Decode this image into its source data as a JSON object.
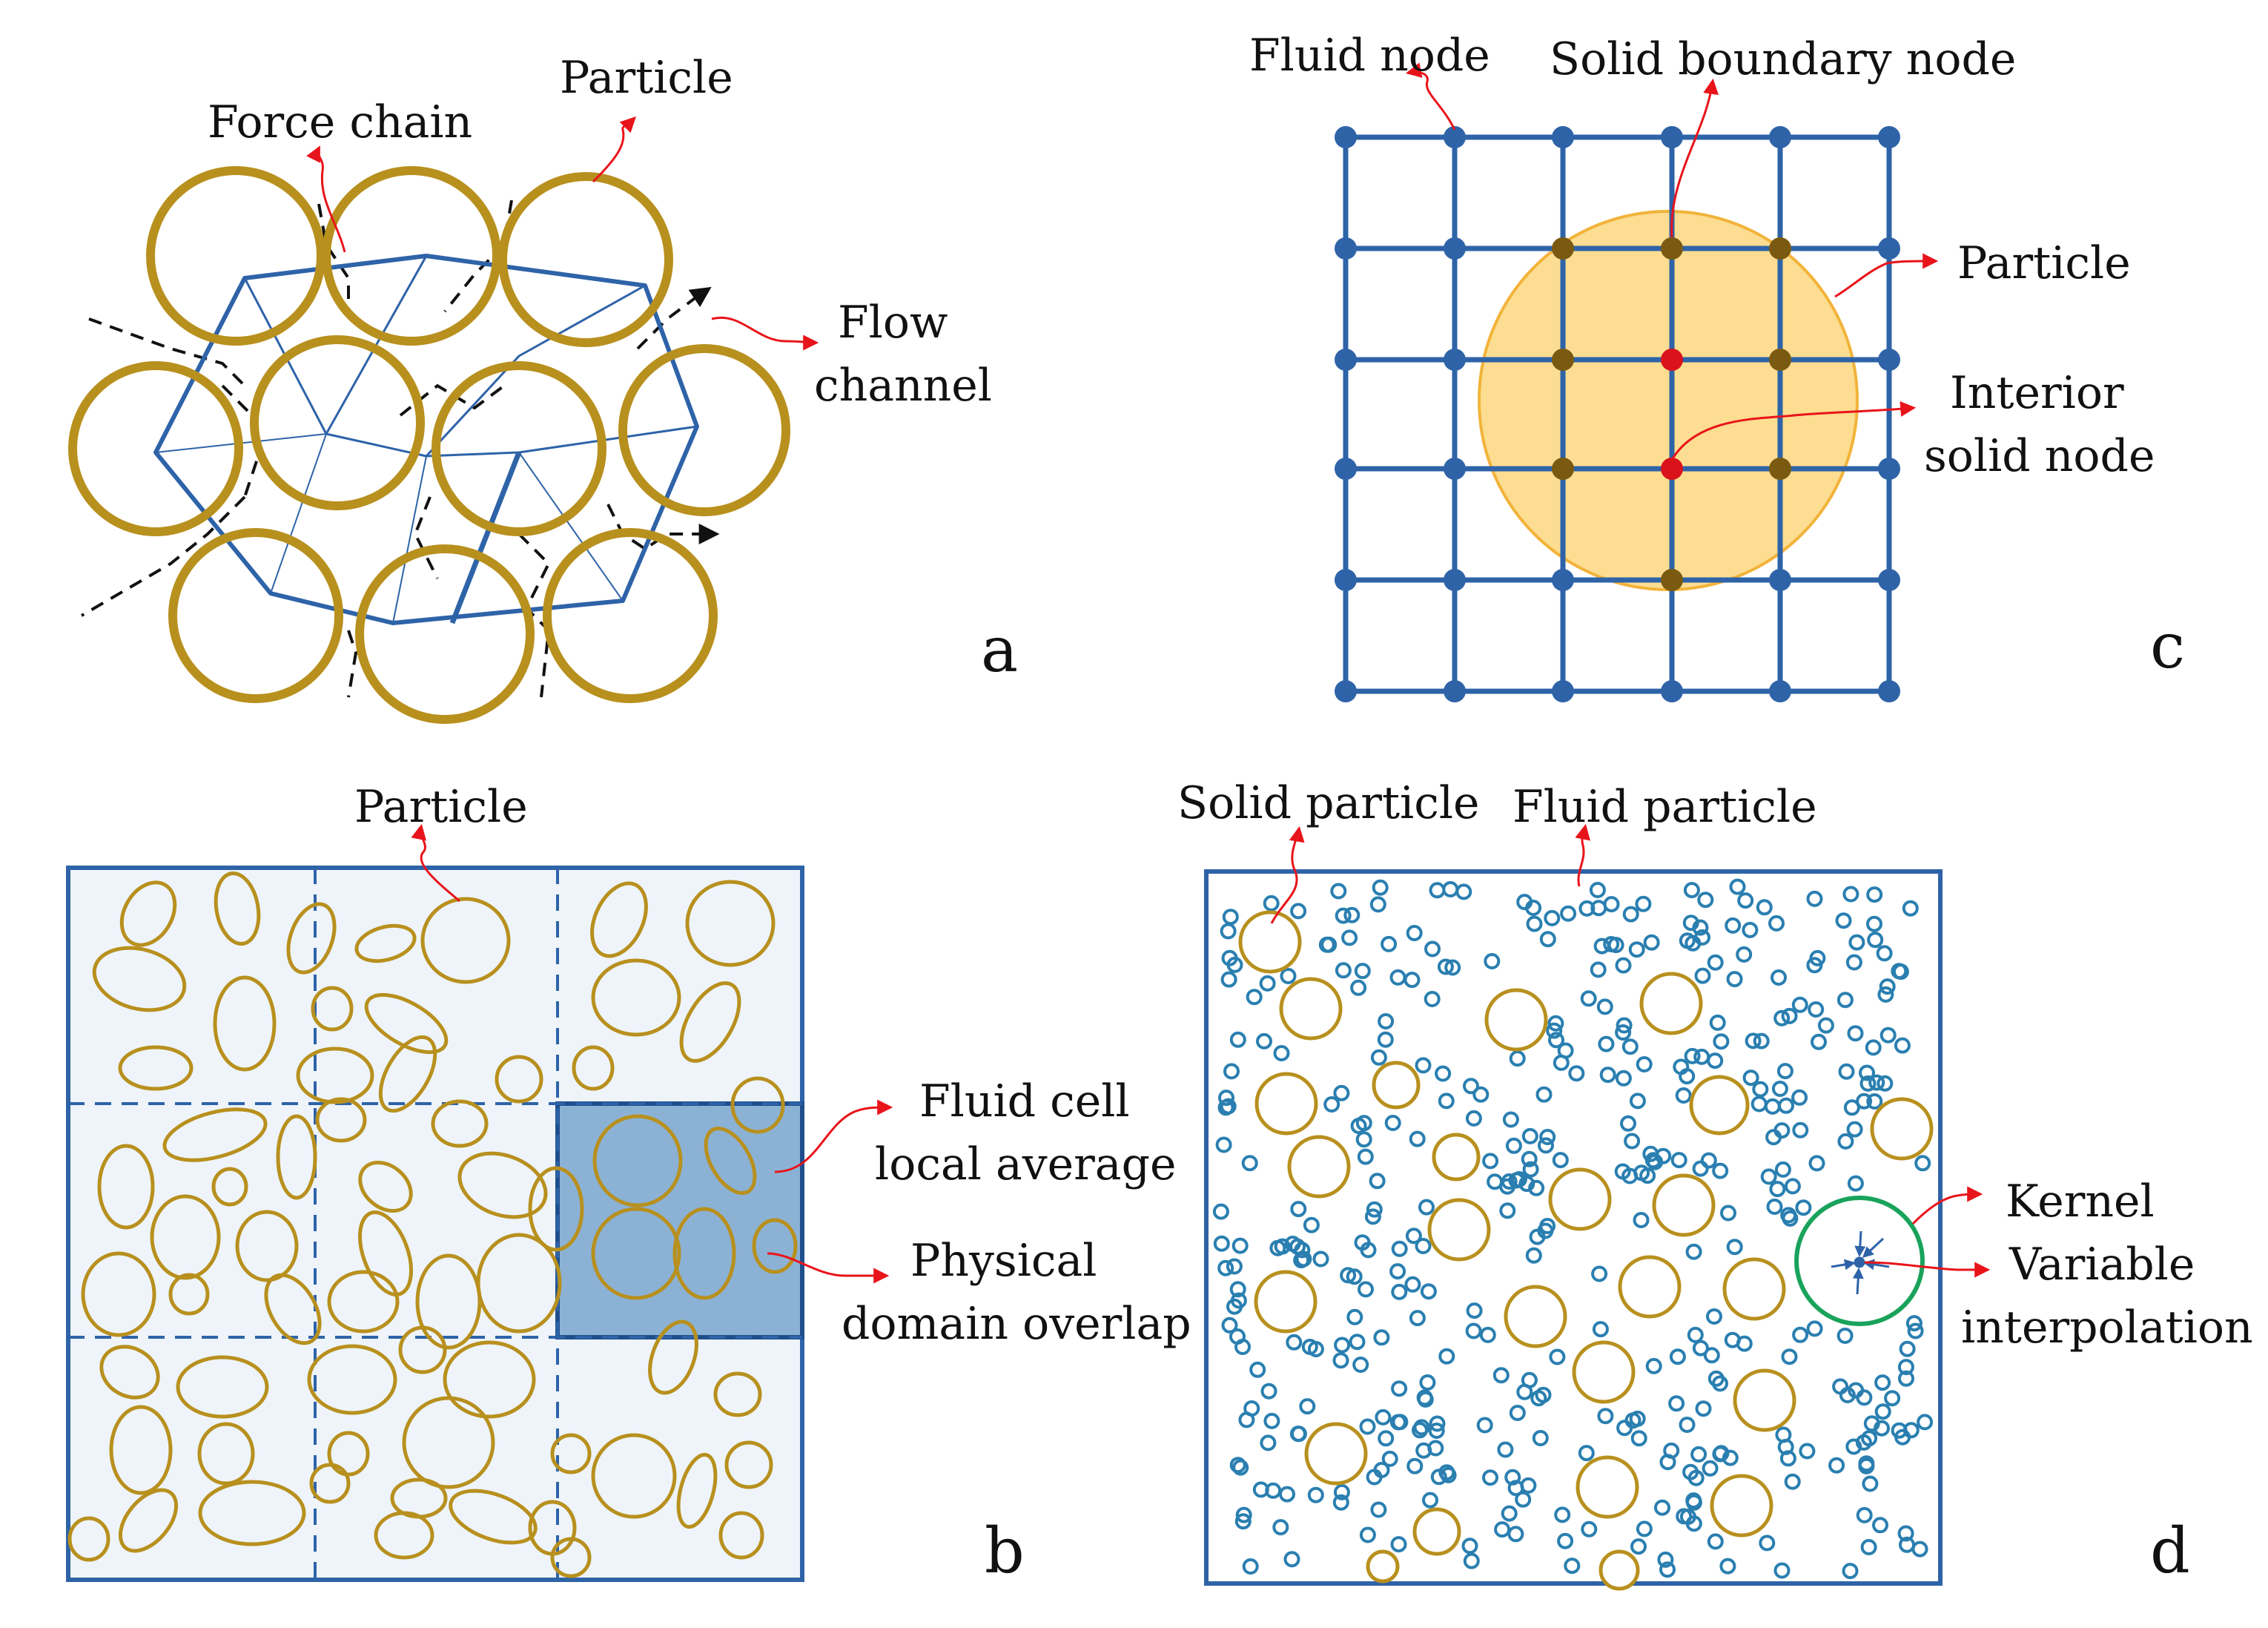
{
  "panel_a": {
    "label": "a",
    "force_chain_label": "Force chain",
    "particle_label": "Particle",
    "flow_channel_label_1": "Flow",
    "flow_channel_label_2": "channel"
  },
  "panel_b": {
    "label": "b",
    "particle_label": "Particle",
    "fluid_cell_label_1": "Fluid cell",
    "fluid_cell_label_2": "local average",
    "overlap_label_1": "Physical",
    "overlap_label_2": "domain overlap"
  },
  "panel_c": {
    "label": "c",
    "fluid_node_label": "Fluid node",
    "solid_boundary_label": "Solid boundary node",
    "particle_label": "Particle",
    "interior_label_1": "Interior",
    "interior_label_2": "solid node"
  },
  "panel_d": {
    "label": "d",
    "solid_particle_label": "Solid particle",
    "fluid_particle_label": "Fluid particle",
    "kernel_label": "Kernel",
    "variable_label_1": "Variable",
    "variable_label_2": "interpolation"
  },
  "colors": {
    "particle": "#B8901E",
    "lattice": "#2E63A8",
    "arrow": "#E8141B",
    "solid_node": "#7A5A10",
    "interior_node": "#D9121B",
    "particle_fill": "#FBD77E",
    "cell_fill": "#EEF4FA",
    "highlight_fill": "#6A9CC8",
    "kernel": "#19A35B",
    "fluid_particle": "#2A7FB0"
  }
}
